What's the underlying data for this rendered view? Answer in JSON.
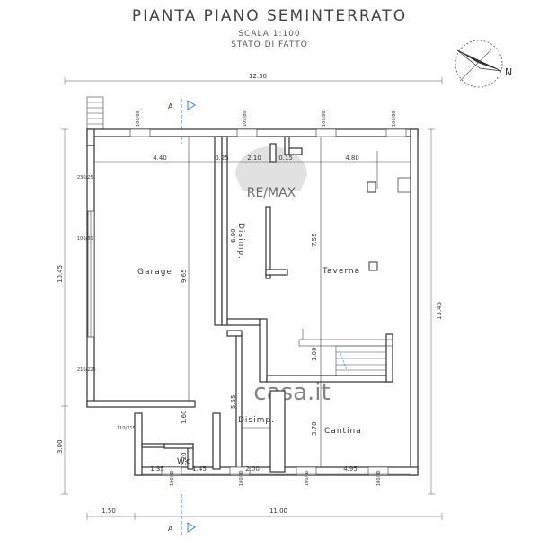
{
  "header": {
    "title": "PIANTA PIANO SEMINTERRATO",
    "scale": "SCALA 1:100",
    "state": "STATO DI FATTO"
  },
  "compass": {
    "label": "N"
  },
  "section_marks": {
    "top": "A",
    "bottom": "A"
  },
  "rooms": {
    "garage": "Garage",
    "taverna": "Taverna",
    "cantina": "Cantina",
    "disimp_upper": "Disimp.",
    "disimp_lower": "Disimp.",
    "wc": "Wc"
  },
  "dimensions": {
    "total_width": "12.50",
    "bottom_width": "11.00",
    "bottom_offset": "1.50",
    "left_height": "10.45",
    "left_lower": "3.00",
    "right_height": "13.45",
    "top_row": [
      "4.40",
      "0.25",
      "2.10",
      "0.15",
      "4.80"
    ],
    "garage_height": "9.65",
    "disimp_upper_height": "6.90",
    "taverna_height": "7.55",
    "stair_width": "1.00",
    "disimp_lower_height": "5.55",
    "cantina_height": "3.70",
    "garage_lower": "1.60",
    "bottom_row": [
      "1.35",
      "1.20",
      "1.45",
      "2.00",
      "4.95"
    ]
  },
  "openings": {
    "top": [
      "100/80",
      "100/80",
      "100/80",
      "100/80"
    ],
    "left": [
      "230/25",
      "100/80",
      "210/225",
      "110/215"
    ],
    "bottom": [
      "100/80",
      "100/80",
      "100/80",
      "100/80"
    ]
  },
  "watermarks": {
    "top": "RE/MAX",
    "center": "casa.it"
  }
}
